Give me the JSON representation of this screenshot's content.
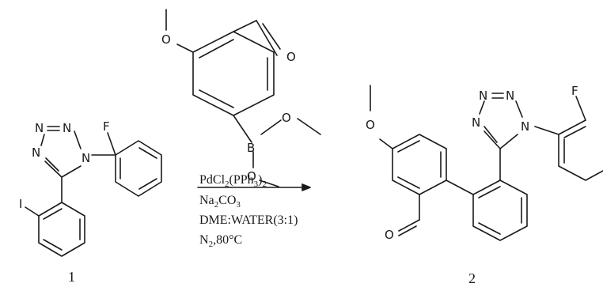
{
  "reagent": {
    "atom_o_methoxy": "O",
    "atom_o_aldehyde": "O",
    "atom_b": "B",
    "atom_o_b1": "O",
    "atom_o_b2": "O"
  },
  "compound1": {
    "atom_n1": "N",
    "atom_n2": "N",
    "atom_n3": "N",
    "atom_n4": "N",
    "atom_f": "F",
    "atom_i": "I",
    "label": "1"
  },
  "compound2": {
    "atom_o_methoxy": "O",
    "atom_o_aldehyde": "O",
    "atom_n1": "N",
    "atom_n2": "N",
    "atom_n3": "N",
    "atom_n4": "N",
    "atom_f": "F",
    "label": "2"
  },
  "conditions": {
    "catalyst_main": "PdCl",
    "catalyst_sub1": "2",
    "catalyst_mid": "(PPh",
    "catalyst_sub2": "3",
    "catalyst_end": ")",
    "catalyst_sub3": "2",
    "base_main": "Na",
    "base_sub1": "2",
    "base_mid": "CO",
    "base_sub2": "3",
    "solvent": "DME:WATER(3:1)",
    "atmosphere_main": "N",
    "atmosphere_sub": "2",
    "atmosphere_end": ",80°C"
  }
}
